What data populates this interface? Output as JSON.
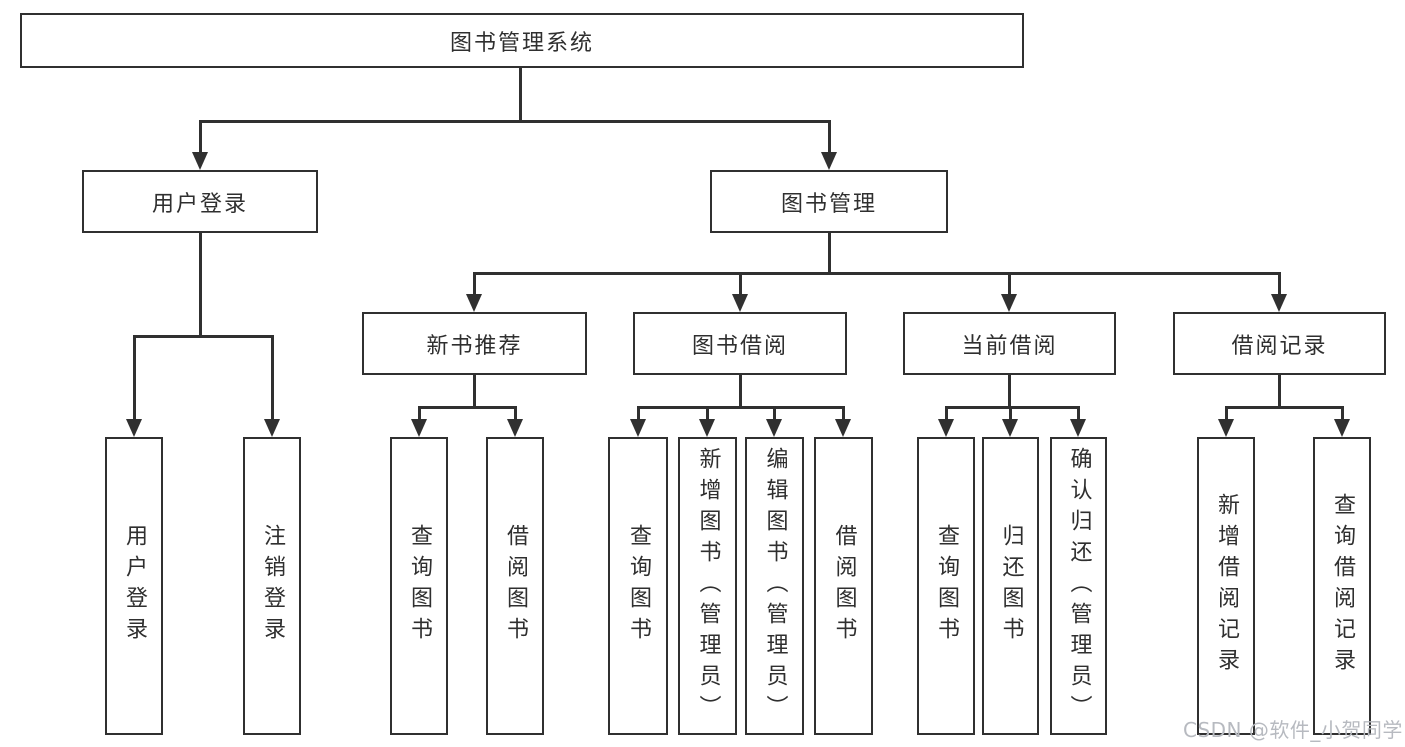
{
  "colors": {
    "line": "#303030",
    "text": "#2f2f2f",
    "watermark": "#b7bac0",
    "background": "#ffffff"
  },
  "watermark": {
    "text": "CSDN @软件_小贺同学"
  },
  "tree": {
    "label": "图书管理系统",
    "children": [
      {
        "label": "用户登录",
        "children": [
          {
            "label": "用户登录"
          },
          {
            "label": "注销登录"
          }
        ]
      },
      {
        "label": "图书管理",
        "children": [
          {
            "label": "新书推荐",
            "children": [
              {
                "label": "查询图书"
              },
              {
                "label": "借阅图书"
              }
            ]
          },
          {
            "label": "图书借阅",
            "children": [
              {
                "label": "查询图书"
              },
              {
                "label": "新增图书（管理员）"
              },
              {
                "label": "编辑图书（管理员）"
              },
              {
                "label": "借阅图书"
              }
            ]
          },
          {
            "label": "当前借阅",
            "children": [
              {
                "label": "查询图书"
              },
              {
                "label": "归还图书"
              },
              {
                "label": "确认归还（管理员）"
              }
            ]
          },
          {
            "label": "借阅记录",
            "children": [
              {
                "label": "新增借阅记录"
              },
              {
                "label": "查询借阅记录"
              }
            ]
          }
        ]
      }
    ]
  }
}
